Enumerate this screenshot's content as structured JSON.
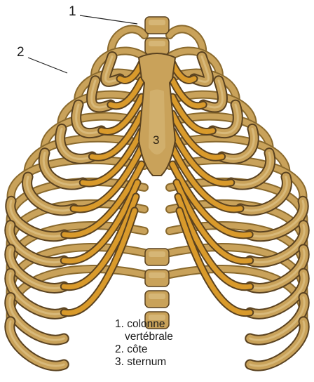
{
  "diagram": {
    "callouts": {
      "vertebra_number": "1",
      "rib_number": "2",
      "sternum_number": "3"
    },
    "legend": {
      "line1": "1. colonne",
      "line2": "vertébrale",
      "line3": "2. côte",
      "line4": "3. sternum"
    },
    "colors": {
      "bone": "#c9a25a",
      "bone_dark": "#8a6a2e",
      "bone_light": "#dcbf82",
      "cartilage": "#d99a2b",
      "outline": "#5a4220",
      "background": "#ffffff"
    }
  }
}
